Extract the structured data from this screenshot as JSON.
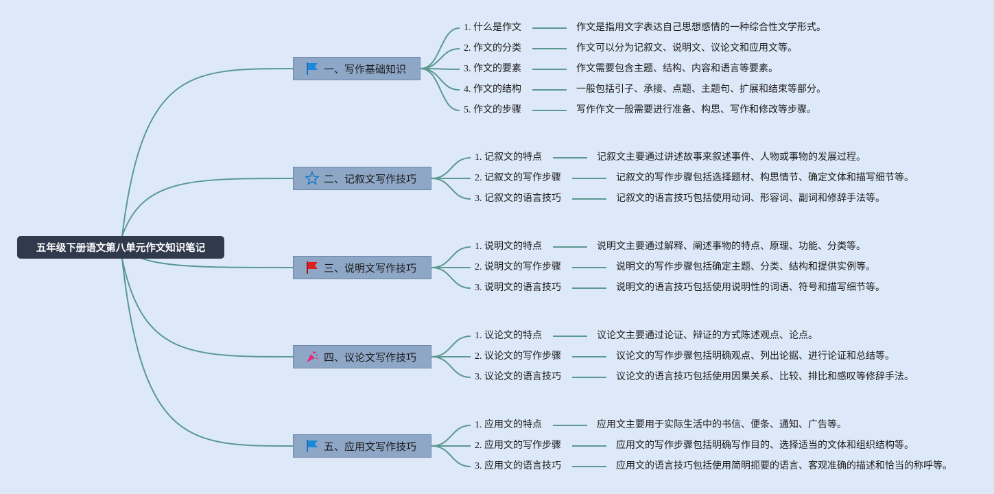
{
  "root": {
    "title": "五年级下册语文第八单元作文知识笔记"
  },
  "colors": {
    "background": "#dde9f8",
    "root": "#303a4c",
    "branch": "#8ea7c7",
    "connector": "#5a9890"
  },
  "branches": [
    {
      "title": "一、写作基础知识",
      "icon": "blue-flag-icon",
      "items": [
        {
          "label": "1. 什么是作文",
          "desc": "作文是指用文字表达自己思想感情的一种综合性文学形式。"
        },
        {
          "label": "2. 作文的分类",
          "desc": "作文可以分为记叙文、说明文、议论文和应用文等。"
        },
        {
          "label": "3. 作文的要素",
          "desc": "作文需要包含主题、结构、内容和语言等要素。"
        },
        {
          "label": "4. 作文的结构",
          "desc": "一般包括引子、承接、点题、主题句、扩展和结束等部分。"
        },
        {
          "label": "5. 作文的步骤",
          "desc": "写作作文一般需要进行准备、构思、写作和修改等步骤。"
        }
      ]
    },
    {
      "title": "二、记叙文写作技巧",
      "icon": "star-icon",
      "items": [
        {
          "label": "1. 记叙文的特点",
          "desc": "记叙文主要通过讲述故事来叙述事件、人物或事物的发展过程。"
        },
        {
          "label": "2. 记叙文的写作步骤",
          "desc": "记叙文的写作步骤包括选择题材、构思情节、确定文体和描写细节等。"
        },
        {
          "label": "3. 记叙文的语言技巧",
          "desc": "记叙文的语言技巧包括使用动词、形容词、副词和修辞手法等。"
        }
      ]
    },
    {
      "title": "三、说明文写作技巧",
      "icon": "red-flag-icon",
      "items": [
        {
          "label": "1. 说明文的特点",
          "desc": "说明文主要通过解释、阐述事物的特点、原理、功能、分类等。"
        },
        {
          "label": "2. 说明文的写作步骤",
          "desc": "说明文的写作步骤包括确定主题、分类、结构和提供实例等。"
        },
        {
          "label": "3. 说明文的语言技巧",
          "desc": "说明文的语言技巧包括使用说明性的词语、符号和描写细节等。"
        }
      ]
    },
    {
      "title": "四、议论文写作技巧",
      "icon": "party-popper-icon",
      "items": [
        {
          "label": "1. 议论文的特点",
          "desc": "议论文主要通过论证、辩证的方式陈述观点、论点。"
        },
        {
          "label": "2. 议论文的写作步骤",
          "desc": "议论文的写作步骤包括明确观点、列出论据、进行论证和总结等。"
        },
        {
          "label": "3. 议论文的语言技巧",
          "desc": "议论文的语言技巧包括使用因果关系、比较、排比和感叹等修辞手法。"
        }
      ]
    },
    {
      "title": "五、应用文写作技巧",
      "icon": "blue-flag-icon",
      "items": [
        {
          "label": "1. 应用文的特点",
          "desc": "应用文主要用于实际生活中的书信、便条、通知、广告等。"
        },
        {
          "label": "2. 应用文的写作步骤",
          "desc": "应用文的写作步骤包括明确写作目的、选择适当的文体和组织结构等。"
        },
        {
          "label": "3. 应用文的语言技巧",
          "desc": "应用文的语言技巧包括使用简明扼要的语言、客观准确的描述和恰当的称呼等。"
        }
      ]
    }
  ]
}
